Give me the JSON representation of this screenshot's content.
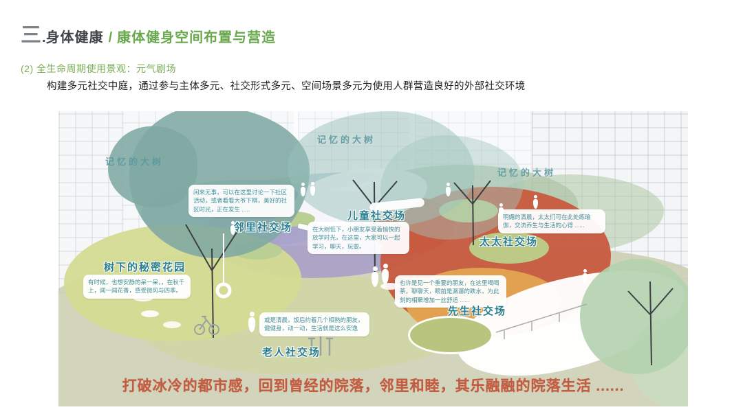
{
  "header": {
    "section_no": "三",
    "dot": ".",
    "title_dark": "身体健康",
    "separator": "/",
    "title_green": "康体健身空间布置与营造",
    "subtitle": "(2) 全生命周期使用景观：元气剧场",
    "description": "构建多元社交中庭，通过参与主体多元、社交形式多元、空间场景多元为使用人群营造良好的外部社交环境"
  },
  "illustration": {
    "tree_labels": [
      "记忆的大树",
      "记忆的大树",
      "记忆的大树"
    ],
    "zones": [
      {
        "label": "邻里社交场",
        "callout": "闲来无事，可以在这里讨论一下社区活动，或者看看大爷下棋，美好的社区时光，正在发生 ....."
      },
      {
        "label": "儿童社交场",
        "callout": "在大树低下，小朋友享受着愉快的放学时光，在这里，大家可以一起学习，聊天，玩耍。"
      },
      {
        "label": "太太社交场",
        "callout": "明媚的清晨，太太们可在此处练瑜伽，交流养生与生活的心得 ......"
      },
      {
        "label": "树下的秘密花园",
        "callout": "有时候，也想安静的呆一呆，，在秋千上，闻一闻花香，感受微风与四季。"
      },
      {
        "label": "老人社交场",
        "callout": "或是清晨，饭后约着几个相熟的朋友，健健身，动一动，生活就是这么安逸"
      },
      {
        "label": "先生社交场",
        "callout": "也许是见一个重要的朋友，在这里喝喝茶，聊聊天，眼前是潺潺的跌水，为此刻的相聚增加一丝舒适 ......"
      }
    ],
    "caption": "打破冰冷的都市感，回到曾经的院落，邻里和睦，其乐融融的院落生活 ......"
  },
  "colors": {
    "accent_green": "#6aa84f",
    "heading_gray": "#7f8285",
    "heading_dark": "#3f4447",
    "subtitle_green": "#7aad55",
    "label_teal": "#2a7f8e",
    "caption_red": "#c25c43",
    "canopy_teal": "#7fa8a3",
    "zone_purple": "#a7a0c8",
    "zone_terracotta": "#c75a3f",
    "zone_amber": "#e2a351",
    "lawn_green": "#d4db92",
    "tree_green": "#b3d2ae"
  }
}
